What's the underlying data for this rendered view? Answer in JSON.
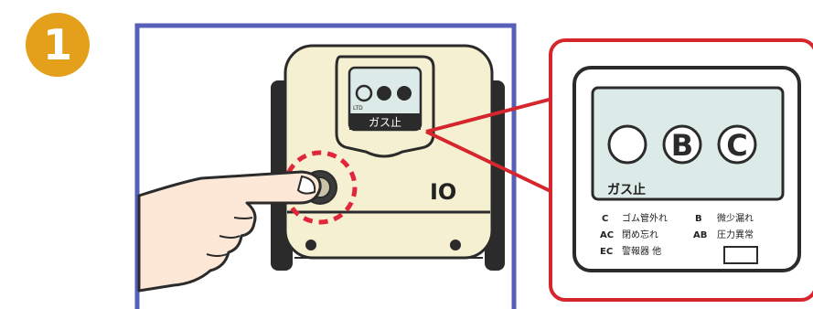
{
  "step": {
    "number": "1"
  },
  "meter": {
    "side_mark": "IO",
    "small_display_text": "ガス止",
    "tiny_label": "LTD"
  },
  "zoom_panel": {
    "lamps": [
      "",
      "B",
      "C"
    ],
    "display_label": "ガス止",
    "legend": [
      {
        "code": "C",
        "text": "ゴム管外れ"
      },
      {
        "code": "B",
        "text": "微少漏れ"
      },
      {
        "code": "AC",
        "text": "閉め忘れ"
      },
      {
        "code": "AB",
        "text": "圧力異常"
      },
      {
        "code": "EC",
        "text": "警報器 他"
      }
    ]
  },
  "colors": {
    "badge": "#e4a01a",
    "frame_blue": "#5660b8",
    "callout_red": "#d6262d",
    "meter_body": "#f6f0d2",
    "lcd": "#dcebe7",
    "dash_circle": "#e0263a"
  }
}
